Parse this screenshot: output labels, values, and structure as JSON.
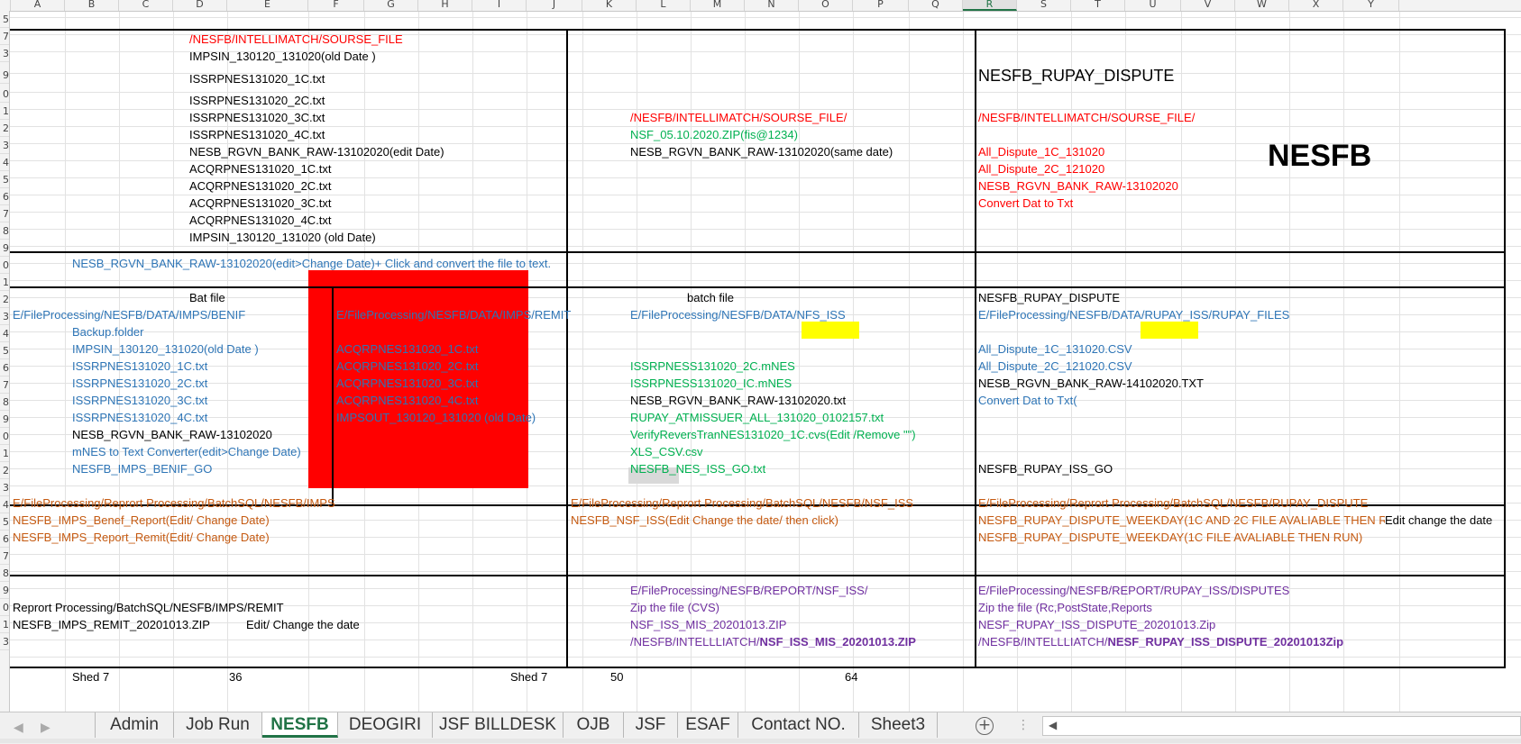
{
  "columns": [
    "A",
    "B",
    "C",
    "D",
    "E",
    "F",
    "G",
    "H",
    "I",
    "J",
    "K",
    "L",
    "M",
    "N",
    "O",
    "P",
    "Q",
    "R",
    "S",
    "T",
    "U",
    "V",
    "W",
    "X",
    "Y"
  ],
  "selected_column": "R",
  "row_numbers": [
    "5",
    "7",
    "3",
    "9",
    "0",
    "1",
    "2",
    "3",
    "4",
    "5",
    "6",
    "7",
    "8",
    "9",
    "0",
    "1",
    "2",
    "3",
    "4",
    "5",
    "6",
    "7",
    "8",
    "9",
    "0",
    "1",
    "2",
    "3",
    "4",
    "5",
    "6",
    "7",
    "8",
    "9",
    "0",
    "1",
    "3"
  ],
  "cells": {
    "r7_d": "/NESFB/INTELLIMATCH/SOURSE_FILE",
    "r8_d": "IMPSIN_130120_131020(old Date )",
    "r9_d": "ISSRPNES131020_1C.txt",
    "r9_q": "NESFB_RUPAY_DISPUTE",
    "r10_d": "ISSRPNES131020_2C.txt",
    "r11_d": "ISSRPNES131020_3C.txt",
    "r11_k": "/NESFB/INTELLIMATCH/SOURSE_FILE/",
    "r11_q": "/NESFB/INTELLIMATCH/SOURSE_FILE/",
    "r12_d": "ISSRPNES131020_4C.txt",
    "r12_k": "NSF_05.10.2020.ZIP(fis@1234)",
    "r13_d": "NESB_RGVN_BANK_RAW-13102020(edit Date)",
    "r13_k": "NESB_RGVN_BANK_RAW-13102020(same date)",
    "r13_q": "All_Dispute_1C_131020",
    "r13_big": "NESFB",
    "r14_d": "ACQRPNES131020_1C.txt",
    "r14_q": "All_Dispute_2C_121020",
    "r15_d": "ACQRPNES131020_2C.txt",
    "r15_q": "NESB_RGVN_BANK_RAW-13102020",
    "r16_d": "ACQRPNES131020_3C.txt",
    "r16_q": "Convert Dat to Txt",
    "r17_d": "ACQRPNES131020_4C.txt",
    "r18_d": "IMPSIN_130120_131020 (old Date)",
    "r19_b": "NESB_RGVN_BANK_RAW-13102020(edit>Change Date)+ Click and convert the file  to text.",
    "r21_d": "Bat file",
    "r21_l": "batch file",
    "r21_q": "NESFB_RUPAY_DISPUTE",
    "r22_a": "E/FileProcessing/NESFB/DATA/IMPS/BENIF",
    "r22_f": "E/FileProcessing/NESFB/DATA/IMPS/REMIT",
    "r22_k": "E/FileProcessing/NESFB/DATA/NFS_ISS",
    "r22_q": "E/FileProcessing/NESFB/DATA/RUPAY_ISS/RUPAY_FILES",
    "r23_b": "Backup.folder",
    "r24_b": "IMPSIN_130120_131020(old Date )",
    "r24_f": "ACQRPNES131020_1C.txt",
    "r24_q": "All_Dispute_1C_131020.CSV",
    "r25_b": "ISSRPNES131020_1C.txt",
    "r25_f": "ACQRPNES131020_2C.txt",
    "r25_k": "ISSRPNESS131020_2C.mNES",
    "r25_q": "All_Dispute_2C_121020.CSV",
    "r26_b": "ISSRPNES131020_2C.txt",
    "r26_f": "ACQRPNES131020_3C.txt",
    "r26_k": "ISSRPNESS131020_IC.mNES",
    "r26_q": "NESB_RGVN_BANK_RAW-14102020.TXT",
    "r27_b": "ISSRPNES131020_3C.txt",
    "r27_f": "ACQRPNES131020_4C.txt",
    "r27_k": "NESB_RGVN_BANK_RAW-13102020.txt",
    "r27_q": "Convert Dat to Txt(",
    "r28_b": "ISSRPNES131020_4C.txt",
    "r28_f": "IMPSOUT_130120_131020 (old Date)",
    "r28_k": "RUPAY_ATMISSUER_ALL_131020_0102157.txt",
    "r29_b": "NESB_RGVN_BANK_RAW-13102020",
    "r29_k": "VerifyReversTranNES131020_1C.cvs(Edit /Remove \"\")",
    "r30_b": "mNES to Text Converter(edit>Change Date)",
    "r30_k": " XLS_CSV.csv",
    "r31_b": "NESFB_IMPS_BENIF_GO",
    "r31_k": "NESFB_NES_ISS_GO.txt",
    "r31_q": "NESFB_RUPAY_ISS_GO",
    "r33_a": "E/FileProcessing/Reprort Processing/BatchSQL/NESFB/IMPS",
    "r33_j": "E/FileProcessing/Reprort Processing/BatchSQL/NESFB/NSF_ISS",
    "r33_q": "E/FileProcessing/Reprort Processing/BatchSQL/NESFB/RUPAY_DISPUTE",
    "r34_a": "NESFB_IMPS_Benef_Report(Edit/ Change Date)",
    "r34_j": "NESFB_NSF_ISS(Edit Change the date/ then click)",
    "r34_q": "NESFB_RUPAY_DISPUTE_WEEKDAY(1C AND 2C FILE AVALIABLE THEN RUN)",
    "r34_x": "Edit change the date",
    "r35_a": "NESFB_IMPS_Report_Remit(Edit/ Change Date)",
    "r35_q": "NESFB_RUPAY_DISPUTE_WEEKDAY(1C  FILE AVALIABLE THEN RUN)",
    "r38_k": "E/FileProcessing/NESFB/REPORT/NSF_ISS/",
    "r38_q": "E/FileProcessing/NESFB/REPORT/RUPAY_ISS/DISPUTES",
    "r39_a": "Reprort Processing/BatchSQL/NESFB/IMPS/REMIT",
    "r39_k": "Zip the file (CVS)",
    "r39_q": "Zip the file (Rc,PostState,Reports",
    "r40_a": "NESFB_IMPS_REMIT_20201013.ZIP",
    "r40_e": "Edit/ Change the date",
    "r40_k": "NSF_ISS_MIS_20201013.ZIP",
    "r40_q": "NESF_RUPAY_ISS_DISPUTE_20201013.Zip",
    "r41_k_pre": "/NESFB/INTELLLIATCH/",
    "r41_k_bold": "NSF_ISS_MIS_20201013.ZIP",
    "r41_q_pre": "/NESFB/INTELLLIATCH/",
    "r41_q_bold": "NESF_RUPAY_ISS_DISPUTE_20201013Zip",
    "r43_b": "Shed 7",
    "r43_d": "36",
    "r43_i": "Shed 7",
    "r43_j": "50",
    "r43_n": "64"
  },
  "sheet_tabs": [
    "Admin",
    "Job Run",
    "NESFB",
    "DEOGIRI",
    "JSF BILLDESK",
    "OJB",
    "JSF",
    "ESAF",
    "Contact NO.",
    "Sheet3"
  ],
  "active_tab": "NESFB",
  "colors": {
    "red": "#ff0000",
    "blue": "#2e75b6",
    "green": "#00b050",
    "orange": "#c55a11",
    "purple": "#7030a0",
    "highlight_red": "#ff0000",
    "highlight_yellow": "#ffff00",
    "excel_green": "#217346"
  },
  "icons": [
    "nav-prev-icon",
    "nav-next-icon",
    "add-sheet-icon",
    "more-dots-icon",
    "scroll-left-icon"
  ]
}
